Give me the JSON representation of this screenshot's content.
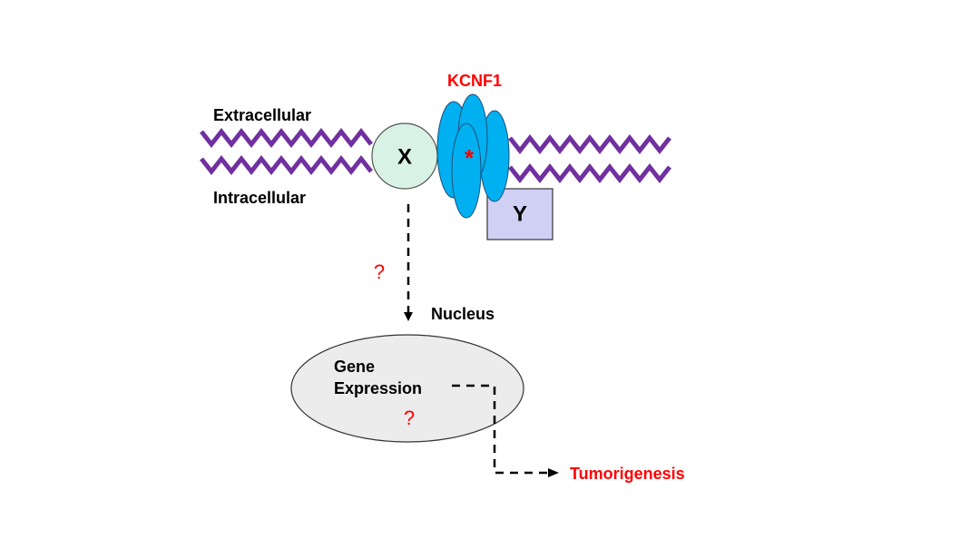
{
  "labels": {
    "extracellular": "Extracellular",
    "intracellular": "Intracellular",
    "kcnf1": "KCNF1",
    "protein_x": "X",
    "protein_y": "Y",
    "channel_mark": "*",
    "question_signal": "?",
    "nucleus": "Nucleus",
    "gene_line1": "Gene",
    "gene_line2": "Expression",
    "question_gene": "?",
    "tumorigenesis": "Tumorigenesis"
  },
  "colors": {
    "membrane": "#7030a0",
    "kcnf1_subunit": "#00b0f0",
    "protein_x_fill": "#d9f2e6",
    "protein_y_fill": "#d0d0f5",
    "nucleus_fill": "#ececec",
    "highlight_red": "#ff0000",
    "text": "#000000"
  }
}
